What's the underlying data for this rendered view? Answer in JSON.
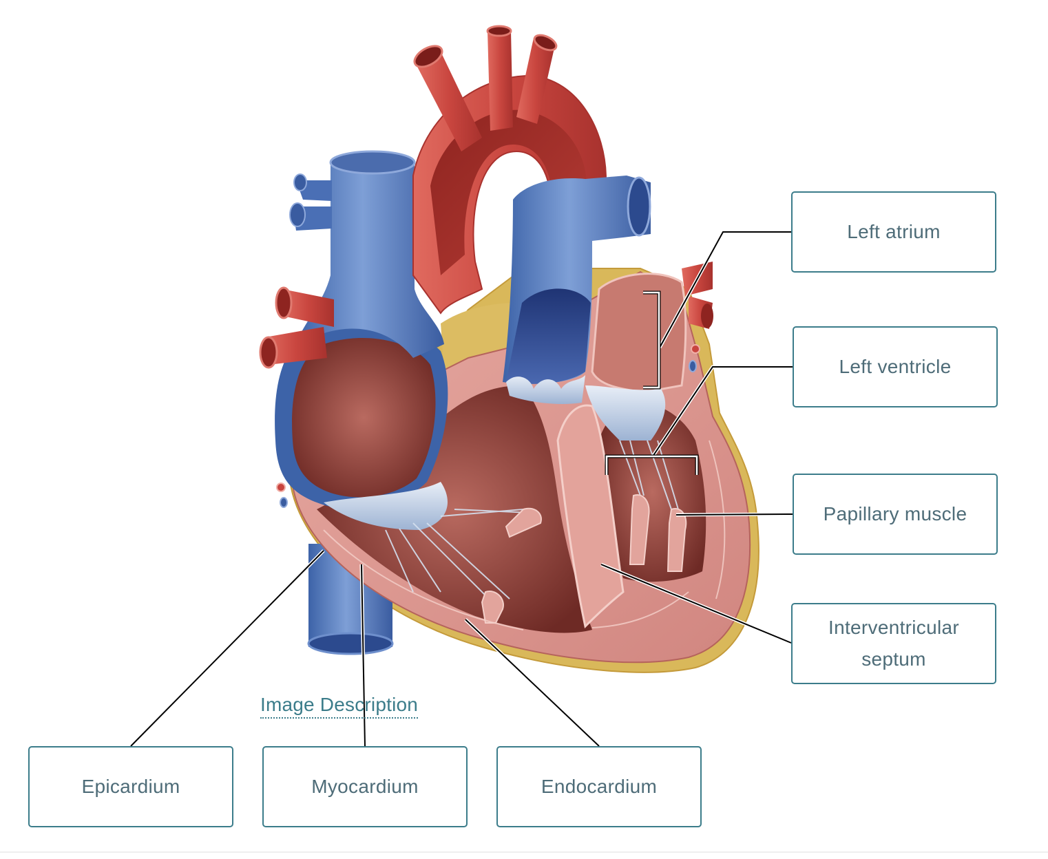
{
  "diagram": {
    "subject": "heart-anatomy-frontal-section",
    "labels": [
      {
        "id": "left-atrium",
        "text": "Left atrium"
      },
      {
        "id": "left-ventricle",
        "text": "Left ventricle"
      },
      {
        "id": "papillary-muscle",
        "text": "Papillary muscle"
      },
      {
        "id": "interventricular-septum",
        "text": "Interventricular septum"
      },
      {
        "id": "epicardium",
        "text": "Epicardium"
      },
      {
        "id": "myocardium",
        "text": "Myocardium"
      },
      {
        "id": "endocardium",
        "text": "Endocardium"
      }
    ],
    "image_description_link": "Image Description"
  },
  "colors": {
    "box_border": "#3b7c8a",
    "box_text": "#4e6c78",
    "link": "#3b7c8a",
    "artery_red": "#c8443f",
    "vein_blue": "#4a6fb5",
    "myocardium_pink": "#d99590",
    "fat_yellow": "#d9b85a",
    "leader_line": "#000000"
  }
}
